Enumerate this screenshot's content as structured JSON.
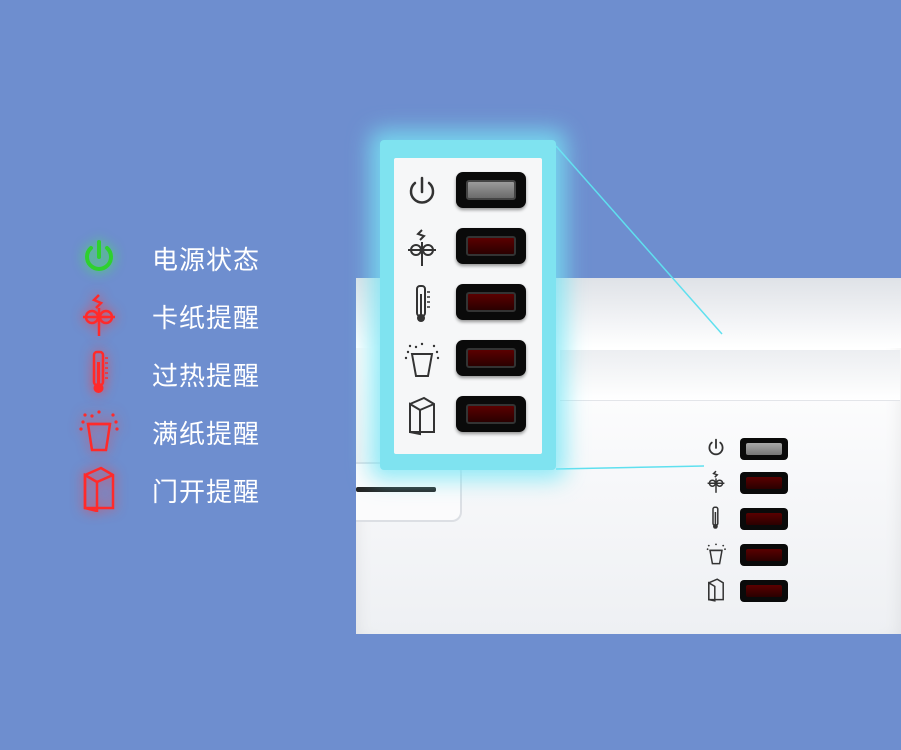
{
  "legend": {
    "items": [
      {
        "icon": "power-icon",
        "label": "电源状态",
        "color": "#2ed12e"
      },
      {
        "icon": "paper-jam-icon",
        "label": "卡纸提醒",
        "color": "#ff2a2a"
      },
      {
        "icon": "thermometer-icon",
        "label": "过热提醒",
        "color": "#ff2a2a"
      },
      {
        "icon": "paper-full-bin-icon",
        "label": "满纸提醒",
        "color": "#ff2a2a"
      },
      {
        "icon": "door-open-icon",
        "label": "门开提醒",
        "color": "#ff2a2a"
      }
    ]
  },
  "panel": {
    "indicators": [
      {
        "icon": "power-icon",
        "lamp_color": "#8a8a8a"
      },
      {
        "icon": "paper-jam-icon",
        "lamp_color": "#4a0000"
      },
      {
        "icon": "thermometer-icon",
        "lamp_color": "#4a0000"
      },
      {
        "icon": "paper-full-bin-icon",
        "lamp_color": "#4a0000"
      },
      {
        "icon": "door-open-icon",
        "lamp_color": "#4a0000"
      }
    ]
  },
  "colors": {
    "background": "#6e8ecf",
    "highlight": "#7fe3f0",
    "status_green": "#2ed12e",
    "status_red": "#ff2a2a"
  }
}
